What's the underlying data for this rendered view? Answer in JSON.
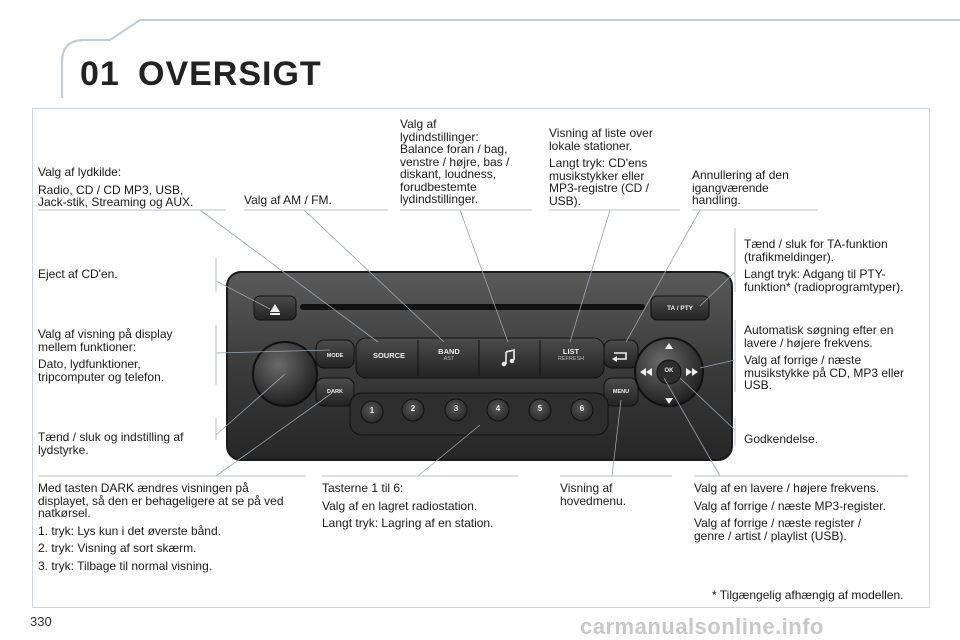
{
  "header": {
    "chapter": "01",
    "title": "OVERSIGT"
  },
  "labels": {
    "lydkilde": [
      "Valg af lydkilde:",
      "Radio, CD / CD MP3, USB,\nJack-stik, Streaming og AUX."
    ],
    "am_fm": [
      "Valg af AM / FM."
    ],
    "lydindstillinger": [
      "Valg af\nlydindstillinger:\nBalance foran / bag,\nvenstre / højre, bas /\ndiskant, loudness,\nforudbestemte\nlydindstillinger."
    ],
    "liste": [
      "Visning af liste over\nlokale stationer.",
      "Langt tryk: CD'ens\nmusikstykker eller\nMP3-registre (CD /\nUSB)."
    ],
    "annullering": [
      "Annullering af den\nigangværende\nhandling."
    ],
    "ta": [
      "Tænd / sluk for TA-funktion\n(trafikmeldinger).",
      "Langt tryk: Adgang til PTY-\nfunktion* (radioprogramtyper)."
    ],
    "eject": [
      "Eject af CD'en."
    ],
    "display": [
      "Valg af visning på display\nmellem funktioner:",
      "Dato, lydfunktioner,\ntripcomputer og telefon."
    ],
    "soegning": [
      "Automatisk søgning efter en\nlavere / højere frekvens.",
      "Valg af forrige / næste\nmusikstykke på CD, MP3 eller\nUSB."
    ],
    "volume": [
      "Tænd / sluk og indstilling af\nlydstyrke."
    ],
    "godkendelse": [
      "Godkendelse."
    ],
    "dark": [
      "Med tasten DARK ændres visningen på\ndisplayet, så den er behageligere at se på ved\nnatkørsel.",
      "1. tryk: Lys kun i det øverste bånd.",
      "2. tryk: Visning af sort skærm.",
      "3. tryk: Tilbage til normal visning."
    ],
    "taster": [
      "Tasterne 1 til 6:",
      "Valg af en lagret radiostation.",
      "Langt tryk: Lagring af en station."
    ],
    "hovedmenu": [
      "Visning af\nhovedmenu."
    ],
    "frekvens": [
      "Valg af en lavere / højere frekvens.",
      "Valg af forrige / næste MP3-register.",
      "Valg af forrige / næste register /\ngenre / artist / playlist (USB)."
    ]
  },
  "radio": {
    "buttons": {
      "source": "SOURCE",
      "band": "BAND",
      "band_sub": "AST",
      "list": "LIST",
      "list_sub": "REFRESH",
      "mode": "MODE",
      "dark": "DARK",
      "menu": "MENU",
      "ta_pty": "TA / PTY",
      "ok": "OK"
    },
    "presets": [
      "1",
      "2",
      "3",
      "4",
      "5",
      "6"
    ],
    "icons": [
      "eject-icon",
      "music-note-icon",
      "back-arrow-icon",
      "arrow-up-icon",
      "arrow-down-icon",
      "rewind-icon",
      "fast-forward-icon"
    ]
  },
  "footnote": "* Tilgængelig afhængig af modellen.",
  "page_number": "330",
  "watermark": "carmanualsonline.info"
}
